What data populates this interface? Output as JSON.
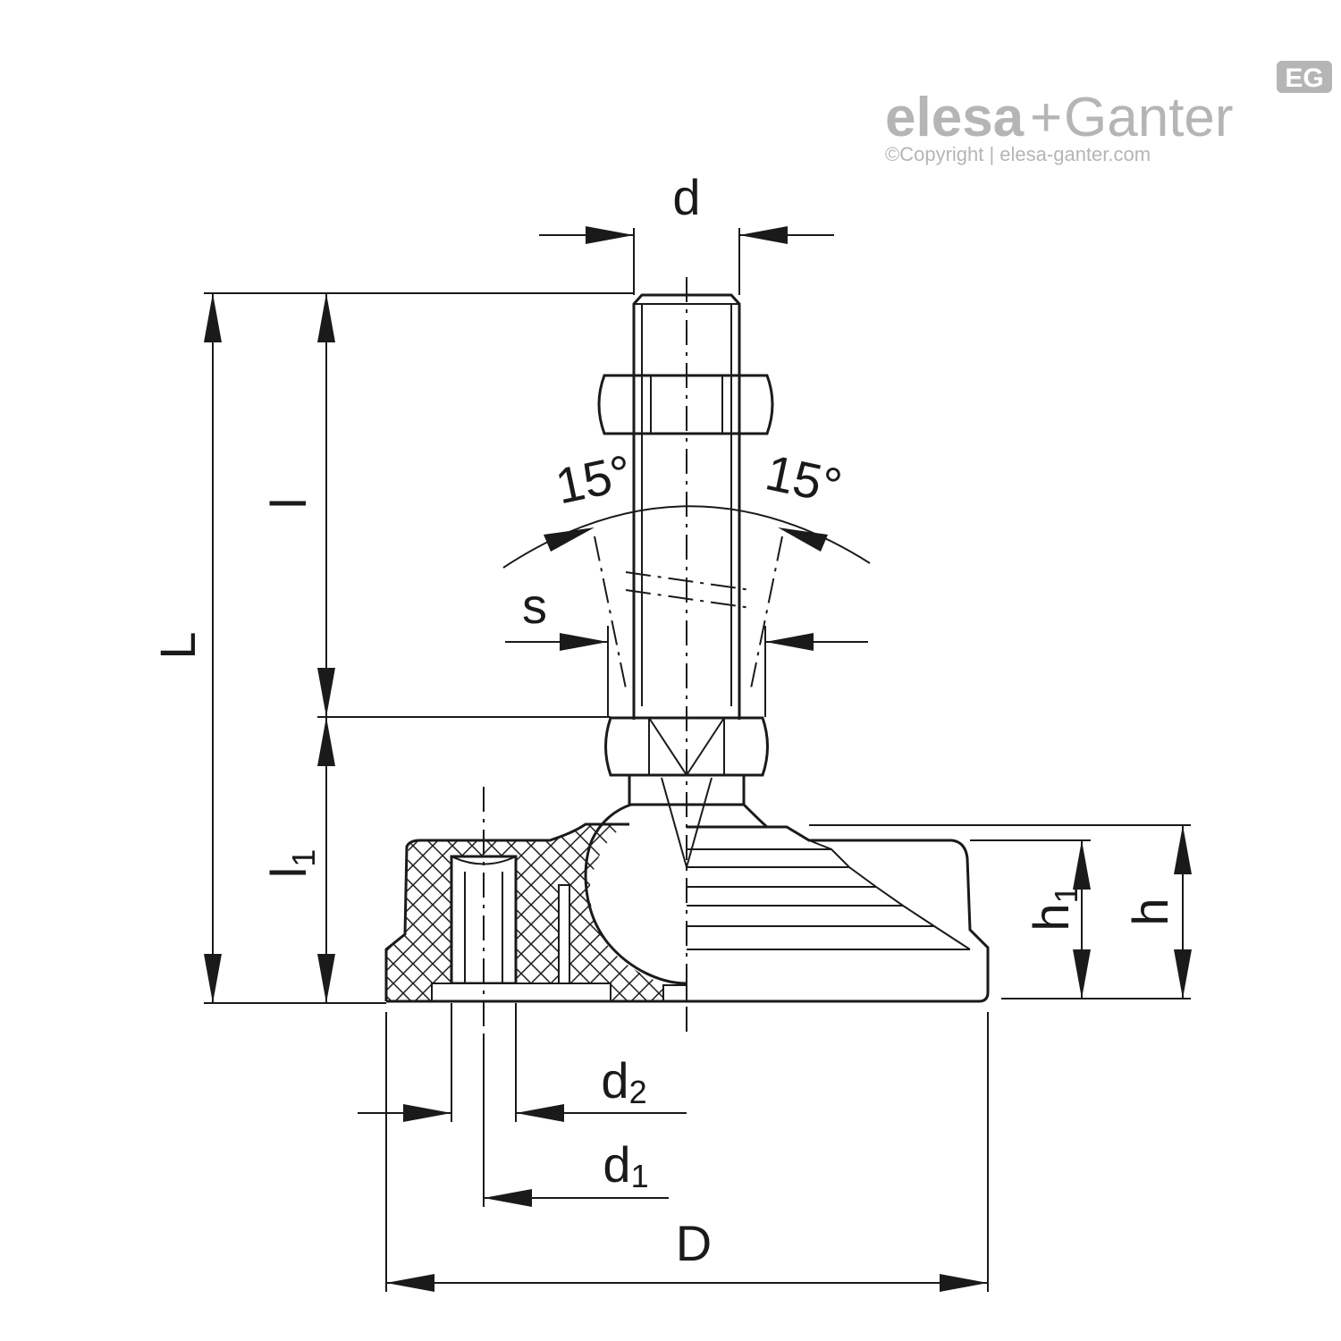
{
  "logo": {
    "brand": "elesa",
    "plus": "+",
    "partner": "Ganter",
    "badge": "EG",
    "copyright": "©Copyright | elesa-ganter.com",
    "color": "#b5b5b5"
  },
  "dimensions": {
    "d": "d",
    "L": "L",
    "l": "l",
    "l1": "l",
    "l1_sub": "1",
    "s": "s",
    "angle_left": "15°",
    "angle_right": "15°",
    "h": "h",
    "h1": "h",
    "h1_sub": "1",
    "d1": "d",
    "d1_sub": "1",
    "d2": "d",
    "d2_sub": "2",
    "D": "D"
  },
  "colors": {
    "line": "#1a1a1a",
    "background": "#ffffff"
  }
}
